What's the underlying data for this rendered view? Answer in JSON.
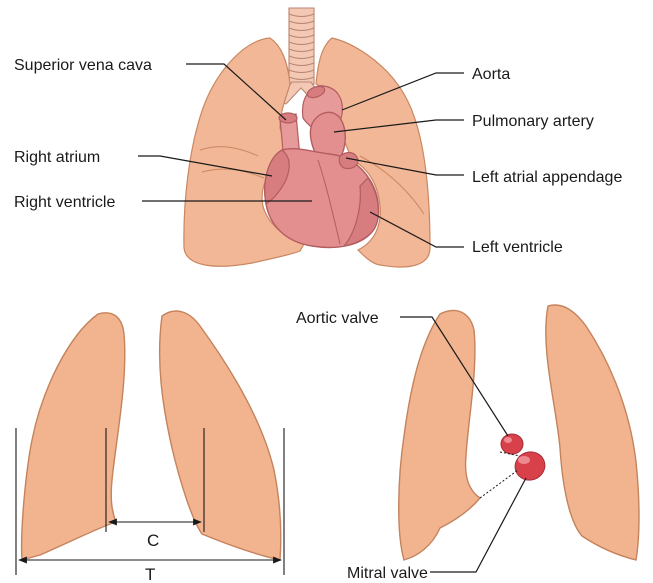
{
  "labels": {
    "superior_vena_cava": "Superior vena cava",
    "aorta": "Aorta",
    "pulmonary_artery": "Pulmonary artery",
    "right_atrium": "Right atrium",
    "left_atrial_appendage": "Left atrial appendage",
    "right_ventricle": "Right ventricle",
    "left_ventricle": "Left ventricle",
    "aortic_valve": "Aortic valve",
    "mitral_valve": "Mitral valve"
  },
  "measurements": {
    "cardiac_width": "C",
    "thoracic_width": "T"
  }
}
